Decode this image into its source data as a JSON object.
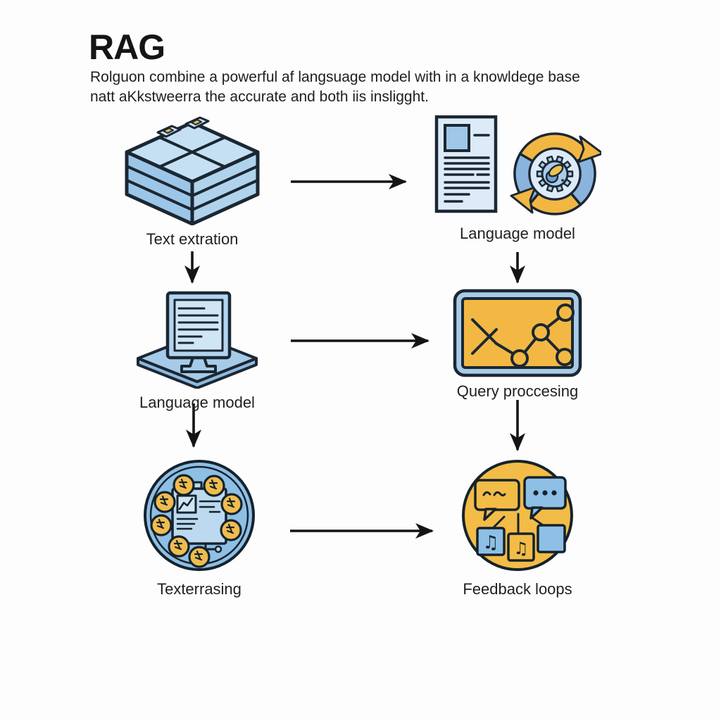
{
  "header": {
    "title": "RAG",
    "subtitle_line1": "Rolguon combine a powerful af langsuage model with in a knowldege base",
    "subtitle_line2": "natt aKkstweerra the accurate and both iis insligght."
  },
  "palette": {
    "outline": "#1b2733",
    "blue_pale": "#dcebf7",
    "blue_light": "#bcd9ef",
    "blue_mid": "#8ebfe5",
    "blue_deep": "#6fa3d0",
    "orange": "#f2b843",
    "orange_light": "#f0bc4e",
    "arrow_color": "#141414",
    "background": "#fdfdfd"
  },
  "icons": {
    "music_note_glyph": "♫"
  },
  "diagram": {
    "nodes": [
      {
        "id": "text-extraction",
        "label": "Text extration",
        "icon": "database-cube-icon"
      },
      {
        "id": "language-model-top",
        "label": "Language model",
        "icon": "document-and-sync-cycle-icon"
      },
      {
        "id": "language-model-mid",
        "label": "Language model",
        "icon": "monitor-on-platform-icon"
      },
      {
        "id": "query-processing",
        "label": "Query proccesing",
        "icon": "line-chart-tablet-icon"
      },
      {
        "id": "text-processing",
        "label": "Texterrasing",
        "icon": "document-hub-circle-icon"
      },
      {
        "id": "feedback-loops",
        "label": "Feedback loops",
        "icon": "media-feedback-circle-icon"
      }
    ],
    "arrows": [
      {
        "from": "text-extraction",
        "to": "language-model-top",
        "direction": "right"
      },
      {
        "from": "text-extraction",
        "to": "language-model-mid",
        "direction": "down"
      },
      {
        "from": "language-model-top",
        "to": "query-processing",
        "direction": "down"
      },
      {
        "from": "language-model-mid",
        "to": "query-processing",
        "direction": "right"
      },
      {
        "from": "language-model-mid",
        "to": "text-processing",
        "direction": "down"
      },
      {
        "from": "query-processing",
        "to": "feedback-loops",
        "direction": "down"
      },
      {
        "from": "text-processing",
        "to": "feedback-loops",
        "direction": "right"
      }
    ]
  }
}
